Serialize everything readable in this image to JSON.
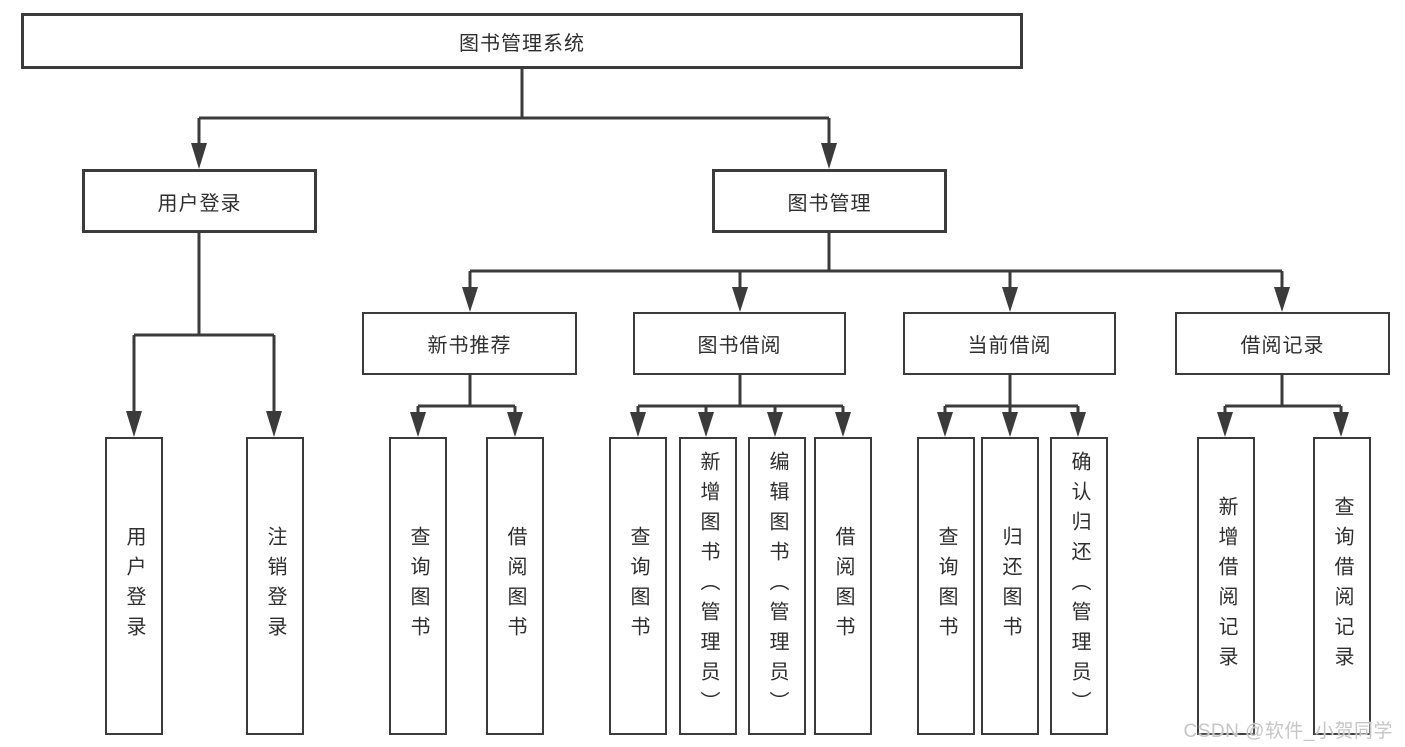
{
  "diagram": {
    "type": "hierarchy-tree",
    "root": {
      "label": "图书管理系统"
    },
    "level2": [
      {
        "label": "用户登录"
      },
      {
        "label": "图书管理"
      }
    ],
    "level3": [
      {
        "label": "新书推荐",
        "parent": "图书管理"
      },
      {
        "label": "图书借阅",
        "parent": "图书管理"
      },
      {
        "label": "当前借阅",
        "parent": "图书管理"
      },
      {
        "label": "借阅记录",
        "parent": "图书管理"
      }
    ],
    "leaves": [
      {
        "label": "用户登录",
        "parent": "用户登录"
      },
      {
        "label": "注销登录",
        "parent": "用户登录"
      },
      {
        "label": "查询图书",
        "parent": "新书推荐"
      },
      {
        "label": "借阅图书",
        "parent": "新书推荐"
      },
      {
        "label": "查询图书",
        "parent": "图书借阅"
      },
      {
        "label": "新增图书（管理员）",
        "parent": "图书借阅"
      },
      {
        "label": "编辑图书（管理员）",
        "parent": "图书借阅"
      },
      {
        "label": "借阅图书",
        "parent": "图书借阅"
      },
      {
        "label": "查询图书",
        "parent": "当前借阅"
      },
      {
        "label": "归还图书",
        "parent": "当前借阅"
      },
      {
        "label": "确认归还（管理员）",
        "parent": "当前借阅"
      },
      {
        "label": "新增借阅记录",
        "parent": "借阅记录"
      },
      {
        "label": "查询借阅记录",
        "parent": "借阅记录"
      }
    ]
  },
  "watermark": {
    "text": "CSDN @软件_小贺同学"
  },
  "colors": {
    "line": "#3b3b3b",
    "text": "#2e2e2e",
    "watermark": "#c6c6c6",
    "background": "#ffffff"
  }
}
